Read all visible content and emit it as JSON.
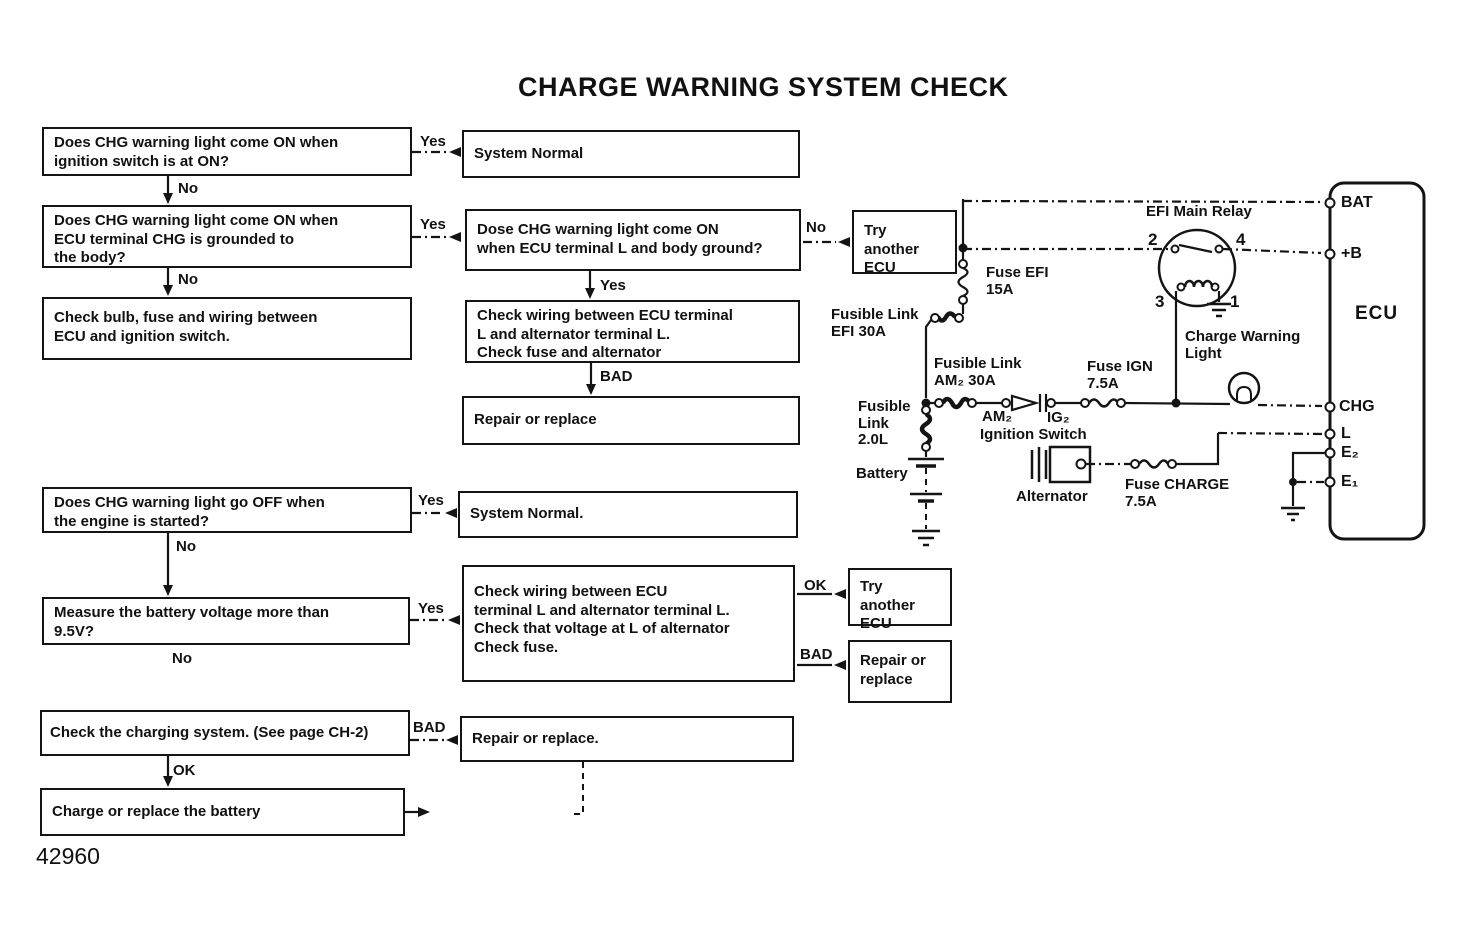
{
  "title": "CHARGE WARNING SYSTEM CHECK",
  "figure_number": "42960",
  "flowchart": {
    "q_light_on_ignition": "Does CHG warning light come ON when\nignition switch is at ON?",
    "system_normal_1": "System Normal",
    "q_light_on_grounded": "Does CHG warning light come ON when\nECU terminal CHG is grounded to\nthe body?",
    "q_light_on_terminal_l": "Dose CHG warning light come ON\nwhen ECU terminal L and body ground?",
    "try_another_ecu_1": "Try another\nECU",
    "check_bulb_fuse": "Check bulb, fuse and wiring between\nECU and ignition switch.",
    "check_wiring_ecu_alt": "Check wiring between ECU terminal\nL and alternator terminal L.\nCheck fuse and alternator",
    "repair_or_replace_1": "Repair or replace",
    "q_light_off_started": "Does CHG warning light go OFF when\nthe engine is started?",
    "system_normal_2": "System Normal.",
    "q_battery_voltage": "Measure the battery voltage more than\n9.5V?",
    "check_wiring_voltage": "Check wiring between ECU\nterminal L and alternator terminal L.\nCheck that voltage at L of alternator\nCheck fuse.",
    "try_another_ecu_2": "Try another\nECU",
    "repair_or_replace_2": "Repair or\nreplace",
    "check_charging_system": "Check the charging system. (See page CH-2)",
    "repair_or_replace_3": "Repair or replace.",
    "charge_or_replace_battery": "Charge or replace the battery",
    "labels": {
      "yes1": "Yes",
      "no1": "No",
      "yes2": "Yes",
      "no2": "No",
      "no3": "No",
      "yes3": "Yes",
      "bad1": "BAD",
      "yes4": "Yes",
      "no4": "No",
      "yes5": "Yes",
      "ok1": "OK",
      "bad2": "BAD",
      "no5": "No",
      "bad3": "BAD",
      "ok2": "OK"
    }
  },
  "circuit": {
    "efi_main_relay": "EFI Main Relay",
    "fuse_efi": "Fuse EFI\n15A",
    "fusible_link_efi": "Fusible Link\nEFI 30A",
    "fusible_link_am2": "Fusible Link\nAM₂ 30A",
    "fuse_ign": "Fuse IGN\n7.5A",
    "charge_warning_light": "Charge Warning\nLight",
    "fusible_link_2_0l": "Fusible\nLink\n2.0L",
    "battery": "Battery",
    "am2": "AM₂",
    "ig2": "IG₂",
    "ignition_switch": "Ignition Switch",
    "alternator": "Alternator",
    "fuse_charge": "Fuse CHARGE\n7.5A",
    "relay_pins": {
      "p2": "2",
      "p4": "4",
      "p3": "3",
      "p1": "1"
    },
    "ecu": {
      "label": "ECU",
      "bat": "BAT",
      "plus_b": "+B",
      "chg": "CHG",
      "l": "L",
      "e2": "E₂",
      "e1": "E₁"
    }
  }
}
